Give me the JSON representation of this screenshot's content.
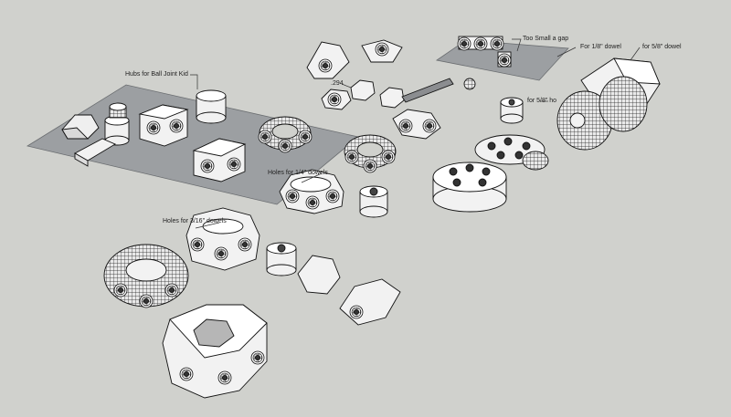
{
  "scene": {
    "background_color": "#d0d1cd",
    "plate_color": "#9c9fa2",
    "part_face_color": "#f2f2f2",
    "edge_color": "#111111"
  },
  "annotations": {
    "hubs_ball_joint": "Hubs for Ball Joint Kid",
    "dim_294": ".294",
    "too_small_gap": "Too Small a gap",
    "for_1_8_dowel": "For 1/8\" dowel",
    "for_5_8_dowel": "for 5/8\" dowel",
    "for_5_8_ho": "for 5/8\" ho",
    "holes_1_4_dowels": "Holes for 1/4\" dowels",
    "holes_3_16_dowels": "Holes for 3/16\" dowels"
  },
  "parts": [
    "hex-prism-pointed",
    "cylinder-small",
    "hex-hub-large",
    "hex-hub-small",
    "cylinder-tall",
    "spiky-ring",
    "tetra-hub",
    "triangle-hub",
    "dowel-rod",
    "ball-joint-hub",
    "disc-hub-holes",
    "hex-ring-large",
    "cog-ring-tall"
  ]
}
